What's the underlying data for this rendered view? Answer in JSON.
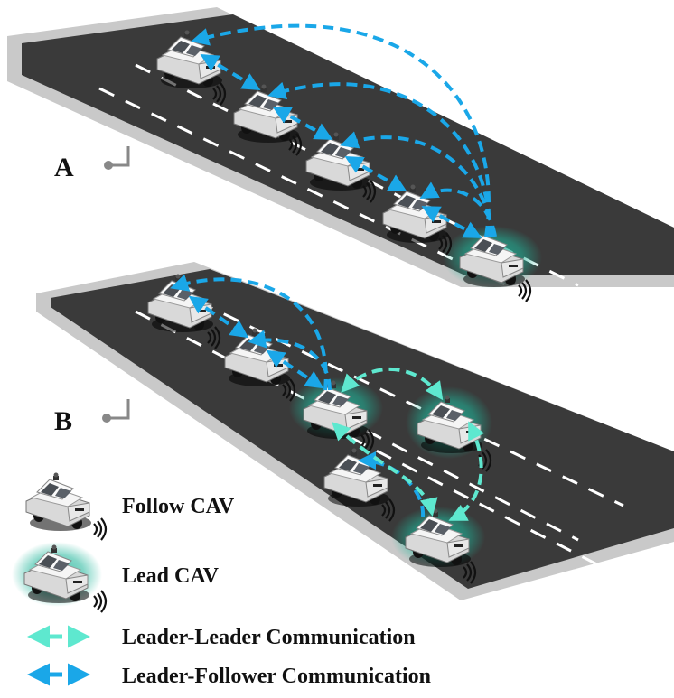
{
  "panels": [
    {
      "label": "A"
    },
    {
      "label": "B"
    }
  ],
  "legend": {
    "follow_cav": "Follow CAV",
    "lead_cav": "Lead CAV",
    "leader_leader": "Leader-Leader Communication",
    "leader_follower": "Leader-Follower Communication"
  },
  "colors": {
    "road": "#3a3a3a",
    "road_shoulder": "#c9c9c9",
    "lane_marking": "#ffffff",
    "leader_follower_arrow": "#1aa7e8",
    "leader_leader_arrow": "#5ee8cf",
    "lead_glow": "#1fb59a",
    "car_body": "#f2f2f2"
  },
  "icons": [
    "car-icon",
    "lead-car-icon",
    "signal-waves-icon",
    "dashed-arrow-icon"
  ]
}
